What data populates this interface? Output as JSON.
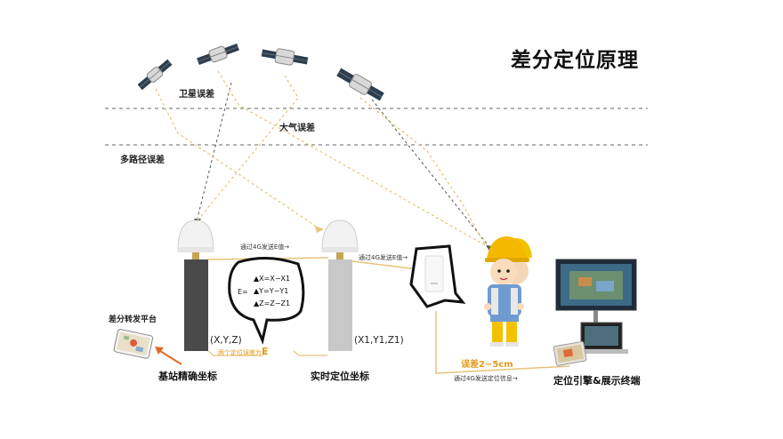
{
  "title": "差分定位原理",
  "error_labels": {
    "satellite": "卫星误差",
    "atmosphere": "大气误差",
    "multipath": "多路径误差"
  },
  "links": {
    "base_to_rover": "通过4G发送E值→",
    "rover_to_device": "通过4G发送E值→",
    "to_terminal": "通过4G发送定位信息→"
  },
  "formula": {
    "prefix": "E=",
    "lines": [
      "▲X=X−X1",
      "▲Y=Y−Y1",
      "▲Z=Z−Z1"
    ]
  },
  "coords": {
    "base": "(X,Y,Z)",
    "rover": "(X1,Y1,Z1)"
  },
  "difference_caption": "两个定位误差为",
  "difference_symbol": "E",
  "labels": {
    "platform": "差分转发平台",
    "base_station": "基站精确坐标",
    "realtime": "实时定位坐标",
    "error": "误差2−5cm",
    "terminal": "定位引擎&展示终端"
  },
  "colors": {
    "accent_orange": "#e39a1a",
    "dash_orange": "#e8c27a",
    "dash_gray": "#555555",
    "pillar_dark": "#4a4a4a",
    "pillar_light": "#c8c8c8",
    "helmet_yellow": "#f5b800"
  },
  "icons": [
    "satellite-icon",
    "gnss-antenna-icon",
    "tablet-icon",
    "router-icon",
    "worker-icon",
    "monitor-icon",
    "laptop-icon"
  ]
}
